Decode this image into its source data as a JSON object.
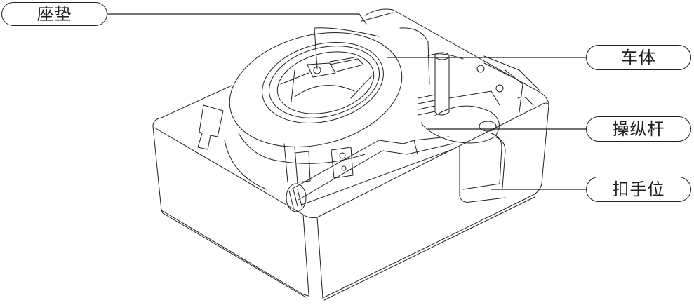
{
  "diagram": {
    "subject": "product line drawing with part callouts",
    "line_color": "#231f20",
    "background": "#ffffff"
  },
  "callouts": [
    {
      "id": "seat",
      "label": "座垫"
    },
    {
      "id": "body",
      "label": "车体"
    },
    {
      "id": "joystick",
      "label": "操纵杆"
    },
    {
      "id": "handle",
      "label": "扣手位"
    }
  ]
}
